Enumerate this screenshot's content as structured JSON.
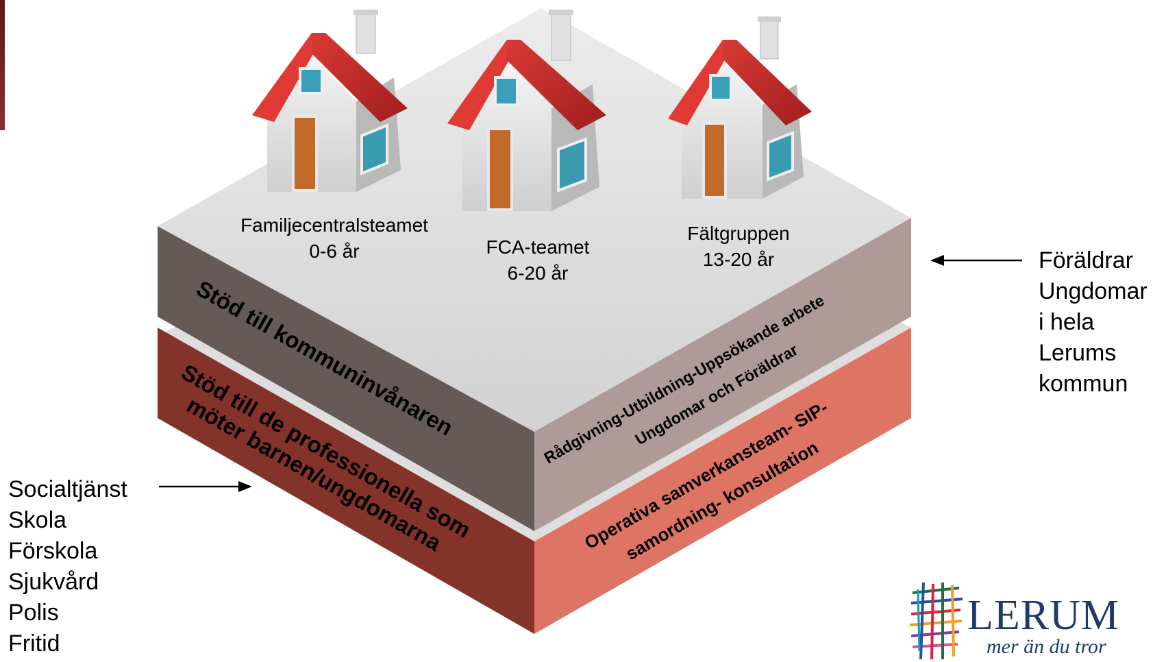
{
  "houses": [
    {
      "name": "Familjecentralsteamet",
      "age": "0-6 år"
    },
    {
      "name": "FCA-teamet",
      "age": "6-20 år"
    },
    {
      "name": "Fältgruppen",
      "age": "13-20 år"
    }
  ],
  "top_layer": {
    "left_label": "Stöd till kommuninvånaren",
    "right_line1": "Rådgivning-Utbildning-Uppsökande arbete",
    "right_line2": "Ungdomar och Föräldrar"
  },
  "bottom_layer": {
    "left_line1": "Stöd till de professionella som",
    "left_line2": "möter barnen/ungdomarna",
    "right_line1": "Operativa samverkansteam- SIP-",
    "right_line2": "samordning- konsultation"
  },
  "right_audience": [
    "Föräldrar",
    "Ungdomar",
    "i hela",
    "Lerums",
    "kommun"
  ],
  "left_audience": [
    "Socialtjänst",
    "Skola",
    "Förskola",
    "Sjukvård",
    "Polis",
    "Fritid"
  ],
  "logo": {
    "name": "LERUM",
    "tagline": "mer än du tror"
  },
  "colors": {
    "top_surface": "#d9d9d9",
    "top_left_side": "#655a56",
    "top_right_side": "#ae9b98",
    "bottom_left_side": "#83332a",
    "bottom_right_side": "#de7464",
    "roof": "#c52a2a"
  }
}
